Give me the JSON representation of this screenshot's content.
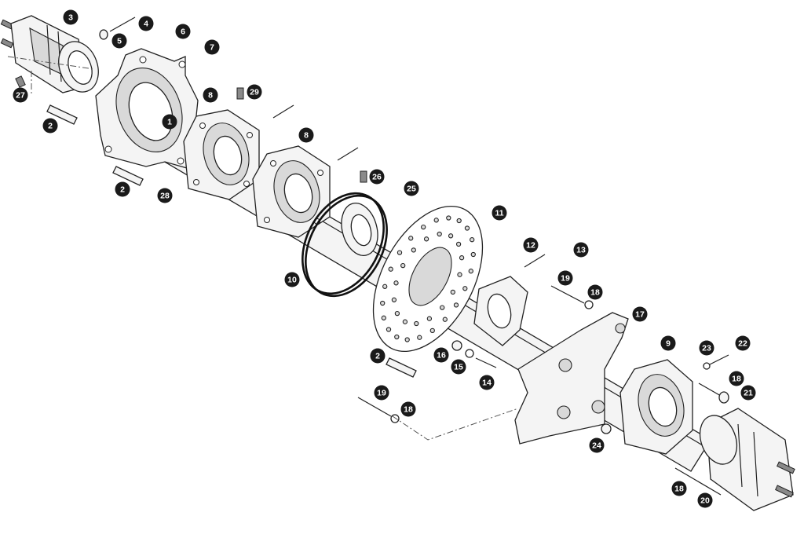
{
  "callouts": [
    {
      "id": "c1",
      "label": "1"
    },
    {
      "id": "c2a",
      "label": "2"
    },
    {
      "id": "c2b",
      "label": "2"
    },
    {
      "id": "c2c",
      "label": "2"
    },
    {
      "id": "c3",
      "label": "3"
    },
    {
      "id": "c4",
      "label": "4"
    },
    {
      "id": "c5",
      "label": "5"
    },
    {
      "id": "c6",
      "label": "6"
    },
    {
      "id": "c7",
      "label": "7"
    },
    {
      "id": "c8a",
      "label": "8"
    },
    {
      "id": "c8b",
      "label": "8"
    },
    {
      "id": "c9",
      "label": "9"
    },
    {
      "id": "c10",
      "label": "10"
    },
    {
      "id": "c11",
      "label": "11"
    },
    {
      "id": "c12",
      "label": "12"
    },
    {
      "id": "c13",
      "label": "13"
    },
    {
      "id": "c14",
      "label": "14"
    },
    {
      "id": "c15",
      "label": "15"
    },
    {
      "id": "c16",
      "label": "16"
    },
    {
      "id": "c17",
      "label": "17"
    },
    {
      "id": "c18a",
      "label": "18"
    },
    {
      "id": "c18b",
      "label": "18"
    },
    {
      "id": "c18c",
      "label": "18"
    },
    {
      "id": "c18d",
      "label": "18"
    },
    {
      "id": "c19a",
      "label": "19"
    },
    {
      "id": "c19b",
      "label": "19"
    },
    {
      "id": "c20",
      "label": "20"
    },
    {
      "id": "c21",
      "label": "21"
    },
    {
      "id": "c22",
      "label": "22"
    },
    {
      "id": "c23",
      "label": "23"
    },
    {
      "id": "c24",
      "label": "24"
    },
    {
      "id": "c25",
      "label": "25"
    },
    {
      "id": "c26",
      "label": "26"
    },
    {
      "id": "c27",
      "label": "27"
    },
    {
      "id": "c28",
      "label": "28"
    },
    {
      "id": "c29",
      "label": "29"
    }
  ]
}
